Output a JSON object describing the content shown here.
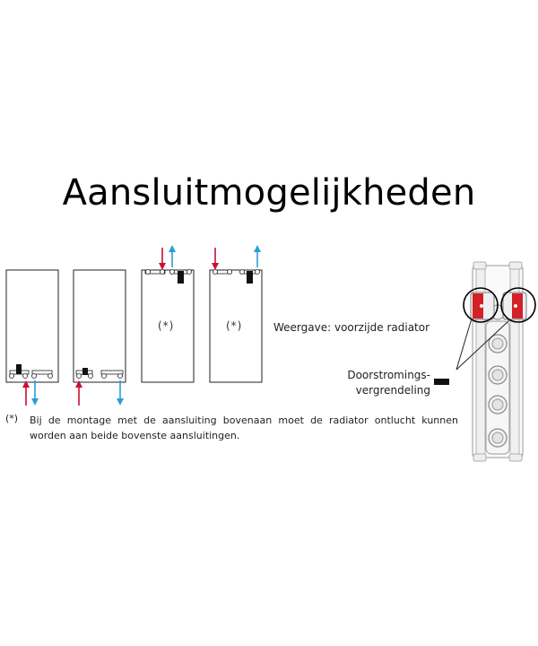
{
  "title": "Aansluitmogelijkheden",
  "diagrams": [
    {
      "connection": "bottom",
      "marker": ""
    },
    {
      "connection": "bottom",
      "marker": ""
    },
    {
      "connection": "top",
      "marker": "(*)"
    },
    {
      "connection": "top",
      "marker": "(*)"
    }
  ],
  "labels": {
    "view": "Weergave: voorzijde radiator",
    "lock_line1": "Doorstromings-",
    "lock_line2": "vergrendeling"
  },
  "note": {
    "marker": "(*)",
    "text": "Bij de montage met de aansluiting bovenaan moet de radiator ontlucht kunnen worden aan beide bovenste aansluitingen."
  },
  "colors": {
    "supply": "#c8102e",
    "return": "#2a9fd6",
    "valve": "#d42027",
    "outline": "#222222"
  }
}
